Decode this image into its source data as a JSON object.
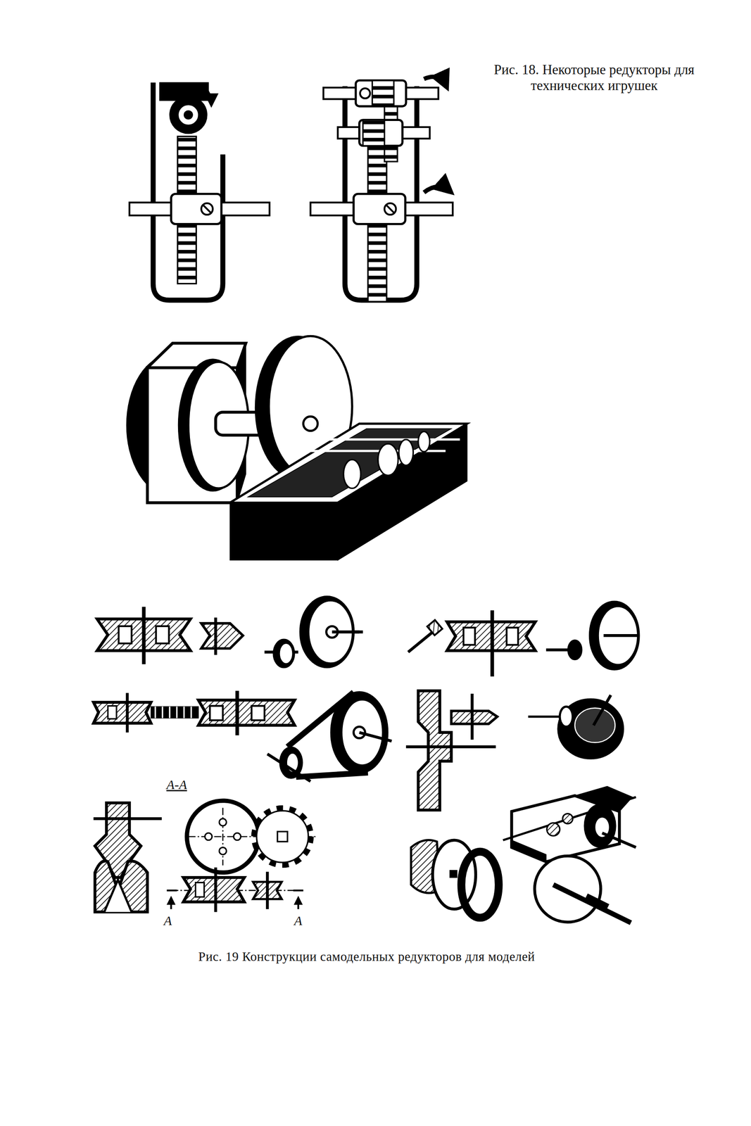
{
  "diagram": {
    "caption": "Рис. 19 Конструкции самодельных редукторов для моделей",
    "labels": [
      "Рис. 18. Некоторые редукторы для технических игрушек",
      "А-А",
      "А",
      "А"
    ]
  }
}
